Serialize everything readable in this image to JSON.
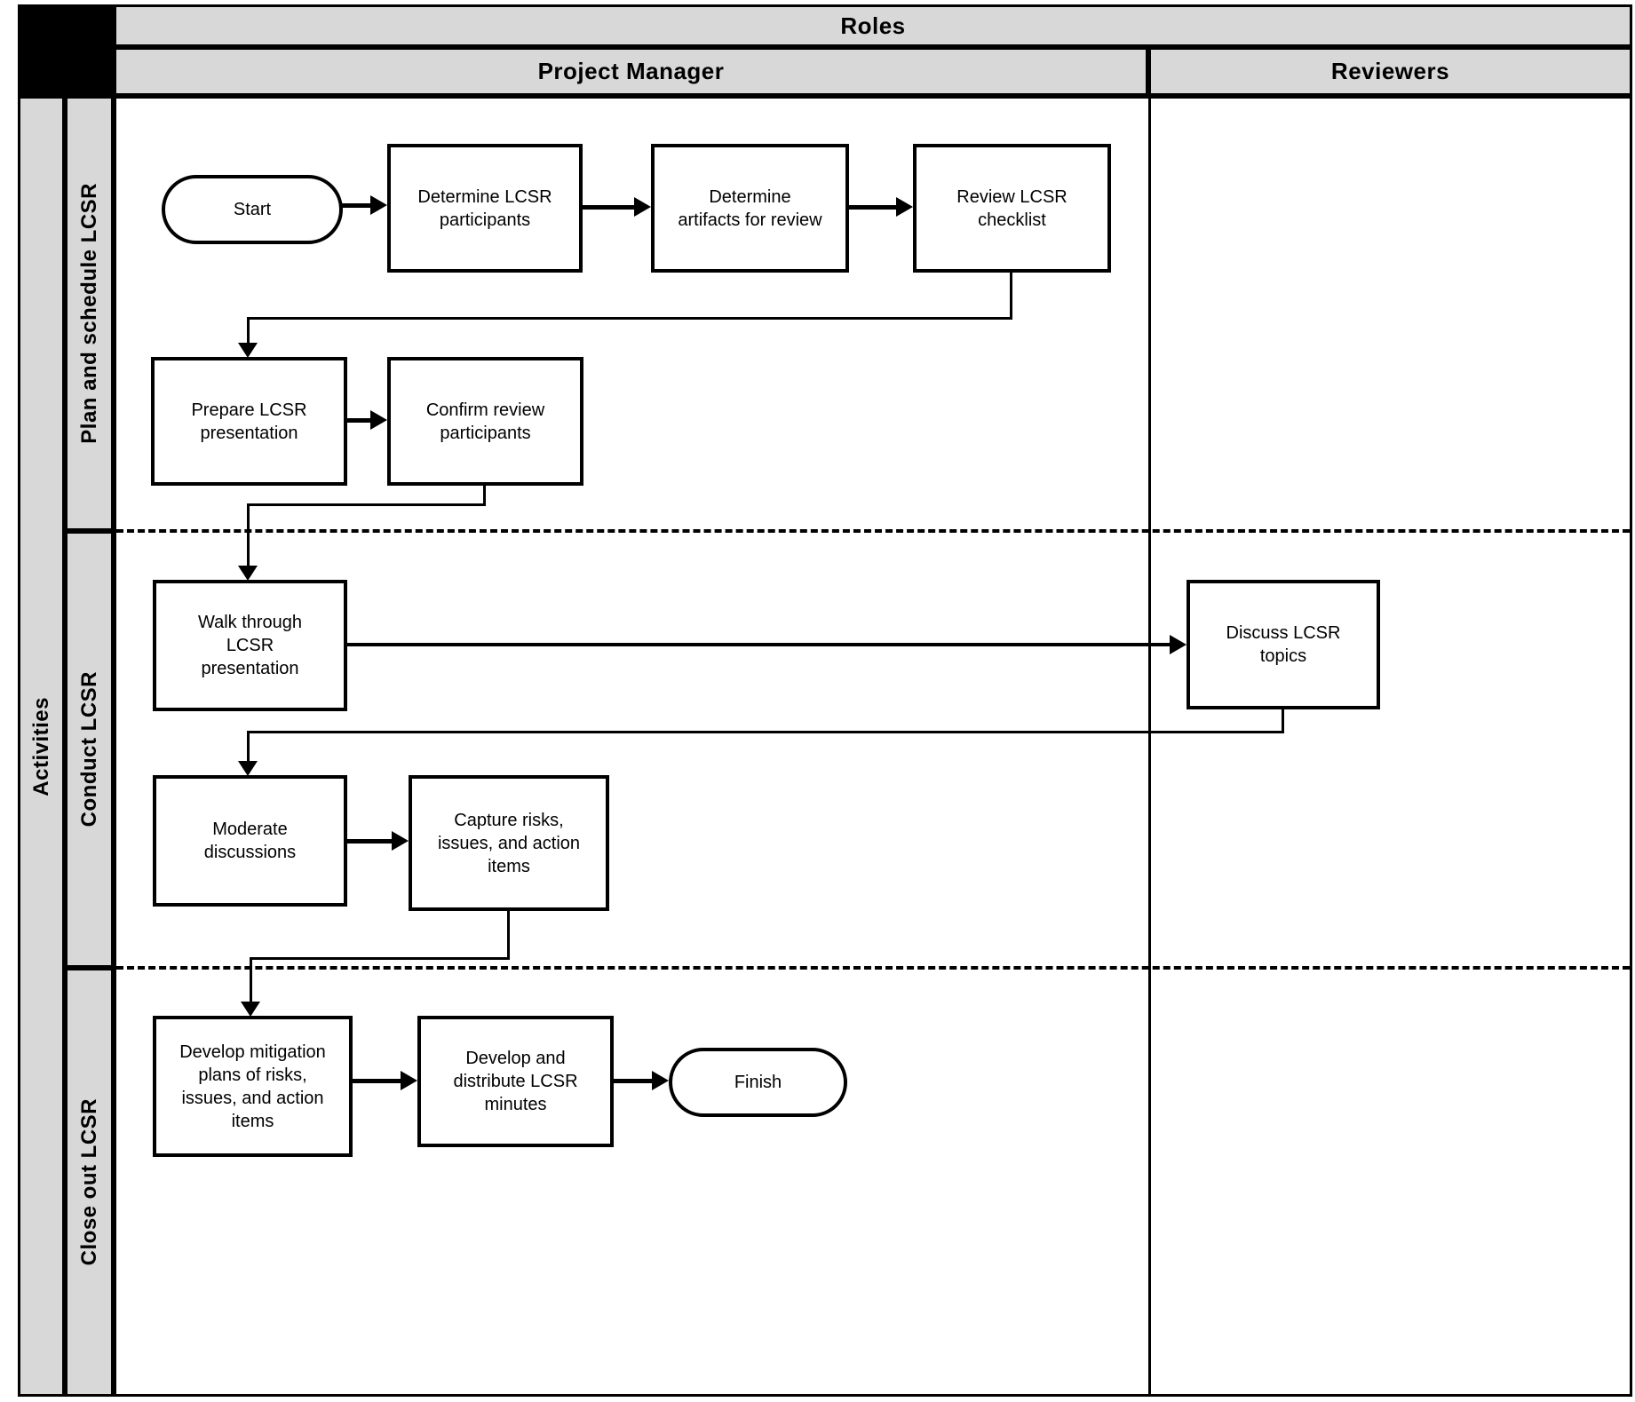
{
  "headers": {
    "roles": "Roles",
    "project_manager": "Project Manager",
    "reviewers": "Reviewers",
    "activities": "Activities"
  },
  "activity_rows": [
    {
      "label": "Plan and schedule LCSR"
    },
    {
      "label": "Conduct LCSR"
    },
    {
      "label": "Close out LCSR"
    }
  ],
  "nodes": [
    {
      "id": "start",
      "type": "terminator",
      "label": "Start",
      "lane": "Project Manager",
      "row": "Plan and schedule LCSR"
    },
    {
      "id": "determine-participants",
      "type": "process",
      "label": "Determine LCSR\nparticipants",
      "lane": "Project Manager",
      "row": "Plan and schedule LCSR"
    },
    {
      "id": "determine-artifacts",
      "type": "process",
      "label": "Determine\nartifacts for review",
      "lane": "Project Manager",
      "row": "Plan and schedule LCSR"
    },
    {
      "id": "review-checklist",
      "type": "process",
      "label": "Review LCSR\nchecklist",
      "lane": "Project Manager",
      "row": "Plan and schedule LCSR"
    },
    {
      "id": "prepare-presentation",
      "type": "process",
      "label": "Prepare LCSR\npresentation",
      "lane": "Project Manager",
      "row": "Plan and schedule LCSR"
    },
    {
      "id": "confirm-participants",
      "type": "process",
      "label": "Confirm review\nparticipants",
      "lane": "Project Manager",
      "row": "Plan and schedule LCSR"
    },
    {
      "id": "walk-through",
      "type": "process",
      "label": "Walk through\nLCSR\npresentation",
      "lane": "Project Manager",
      "row": "Conduct LCSR"
    },
    {
      "id": "discuss-topics",
      "type": "process",
      "label": "Discuss LCSR\ntopics",
      "lane": "Reviewers",
      "row": "Conduct LCSR"
    },
    {
      "id": "moderate-discussions",
      "type": "process",
      "label": "Moderate\ndiscussions",
      "lane": "Project Manager",
      "row": "Conduct LCSR"
    },
    {
      "id": "capture-risks",
      "type": "process",
      "label": "Capture risks,\nissues, and action\nitems",
      "lane": "Project Manager",
      "row": "Conduct LCSR"
    },
    {
      "id": "develop-mitigation",
      "type": "process",
      "label": "Develop mitigation\nplans of risks,\nissues, and action\nitems",
      "lane": "Project Manager",
      "row": "Close out LCSR"
    },
    {
      "id": "develop-distribute",
      "type": "process",
      "label": "Develop and\ndistribute LCSR\nminutes",
      "lane": "Project Manager",
      "row": "Close out LCSR"
    },
    {
      "id": "finish",
      "type": "terminator",
      "label": "Finish",
      "lane": "Project Manager",
      "row": "Close out LCSR"
    }
  ],
  "edges": [
    {
      "from": "start",
      "to": "determine-participants"
    },
    {
      "from": "determine-participants",
      "to": "determine-artifacts"
    },
    {
      "from": "determine-artifacts",
      "to": "review-checklist"
    },
    {
      "from": "review-checklist",
      "to": "prepare-presentation"
    },
    {
      "from": "prepare-presentation",
      "to": "confirm-participants"
    },
    {
      "from": "confirm-participants",
      "to": "walk-through"
    },
    {
      "from": "walk-through",
      "to": "discuss-topics"
    },
    {
      "from": "discuss-topics",
      "to": "moderate-discussions"
    },
    {
      "from": "moderate-discussions",
      "to": "capture-risks"
    },
    {
      "from": "capture-risks",
      "to": "develop-mitigation"
    },
    {
      "from": "develop-mitigation",
      "to": "develop-distribute"
    },
    {
      "from": "develop-distribute",
      "to": "finish"
    }
  ],
  "colors": {
    "header_bg": "#d8d8d8",
    "line": "#000000",
    "background": "#ffffff",
    "corner_bg": "#000000"
  }
}
